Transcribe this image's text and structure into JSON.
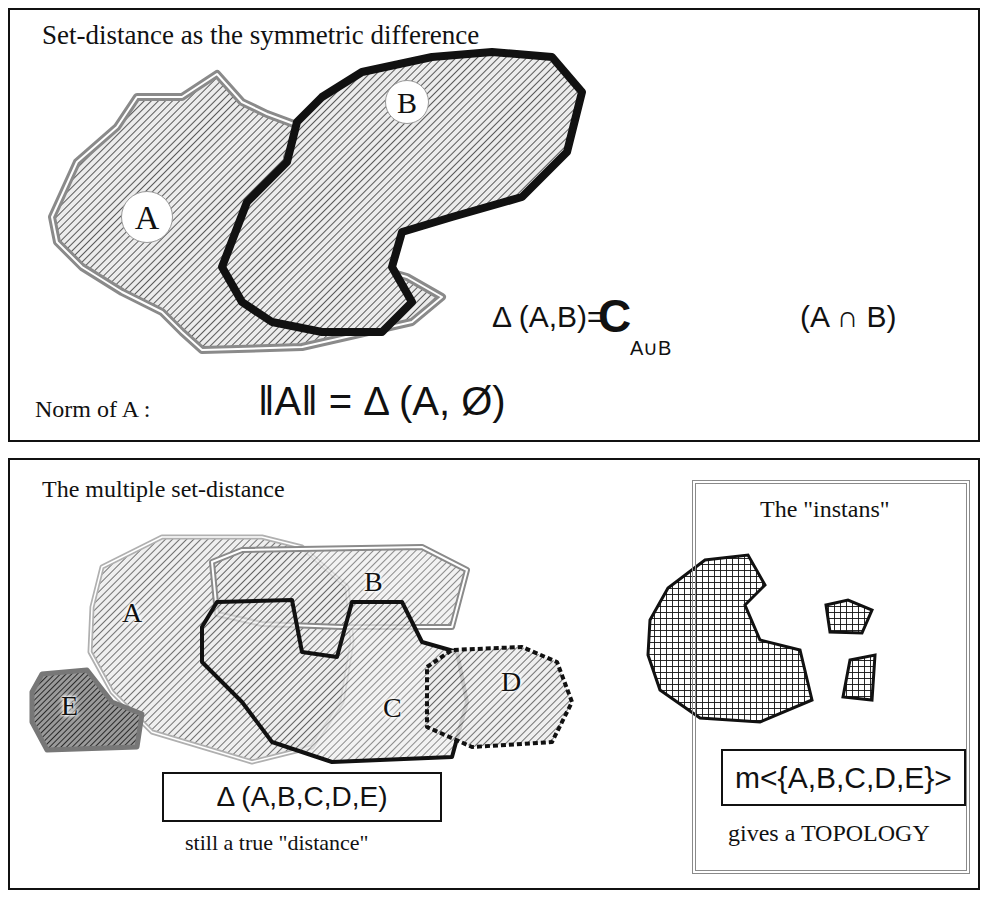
{
  "diagram": {
    "nodes": [
      {
        "text": [
          "Set-distance as the symmetric difference"
        ]
      },
      {
        "text": [
          "A"
        ],
        "in": 0
      },
      {
        "text": [
          "B"
        ],
        "in": 0
      },
      {
        "text": [
          "The multiple set-distance"
        ]
      },
      {
        "text": [
          "A"
        ],
        "in": 3
      },
      {
        "text": [
          "B"
        ],
        "in": 3
      },
      {
        "text": [
          "C"
        ],
        "in": 3
      },
      {
        "text": [
          "D"
        ],
        "in": 3
      },
      {
        "text": [
          "E"
        ],
        "in": 3
      },
      {
        "text": [
          "Δ (A,B,C,D,E)"
        ],
        "in": 3
      },
      {
        "text": [
          "The \"instans\""
        ],
        "in": 3
      },
      {
        "text": [
          "m<{A,B,C,D,E}>"
        ],
        "in": 10
      }
    ],
    "labels": [
      "Δ (A,B)=",
      "C",
      "A∪B",
      "(A ∩ B)",
      "Norm of A :",
      "‖A‖ = Δ (A, Ø)",
      "still a true \"distance\"",
      "gives a TOPOLOGY"
    ]
  }
}
